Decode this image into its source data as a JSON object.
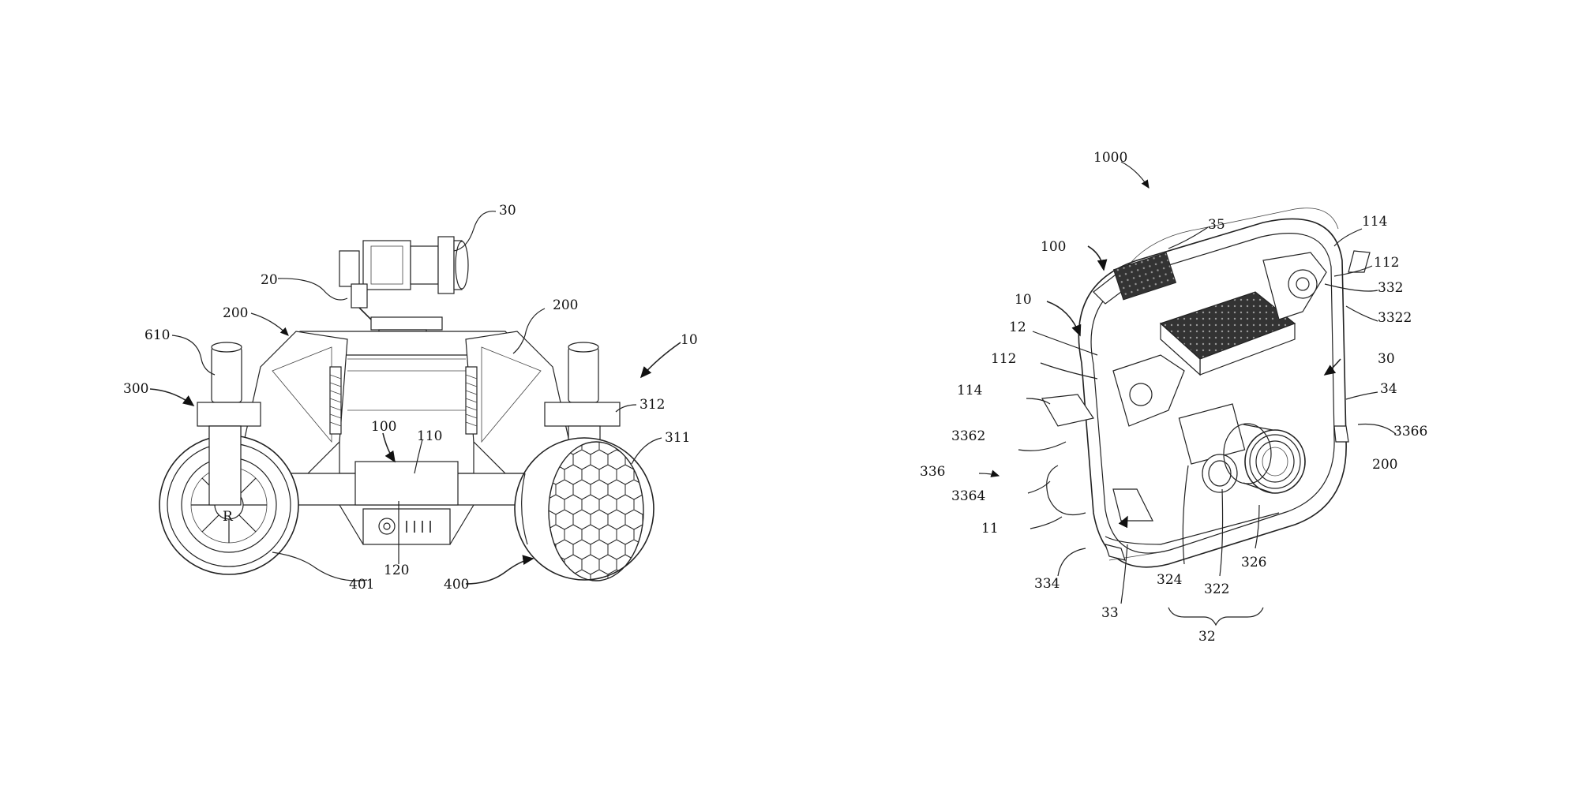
{
  "figure_left": {
    "labels": {
      "l30": "30",
      "l20": "20",
      "l200a": "200",
      "l200b": "200",
      "l610": "610",
      "l10": "10",
      "l300": "300",
      "l312": "312",
      "l311": "311",
      "l100": "100",
      "l110": "110",
      "l120": "120",
      "l401": "401",
      "l400": "400"
    }
  },
  "figure_right": {
    "labels": {
      "l1000": "1000",
      "l35": "35",
      "l114a": "114",
      "l100": "100",
      "l112a": "112",
      "l332": "332",
      "l10": "10",
      "l3322": "3322",
      "l12": "12",
      "l30": "30",
      "l112b": "112",
      "l34": "34",
      "l114b": "114",
      "l3366": "3366",
      "l3362": "3362",
      "l200": "200",
      "l336": "336",
      "l3364": "3364",
      "l11": "11",
      "l326": "326",
      "l324": "324",
      "l322": "322",
      "l334": "334",
      "l33": "33",
      "l32": "32"
    }
  },
  "icons": {
    "wheel_logo": "R"
  }
}
